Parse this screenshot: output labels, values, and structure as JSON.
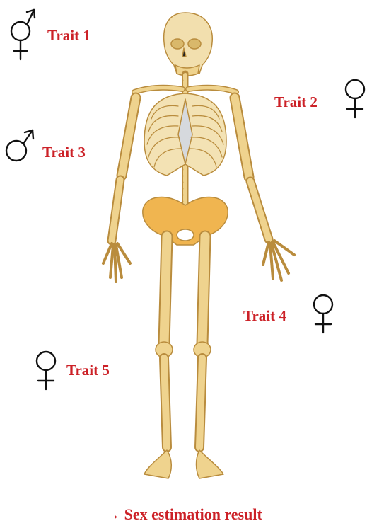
{
  "traits": [
    {
      "label": "Trait 1",
      "symbol": "intersex-icon"
    },
    {
      "label": "Trait 2",
      "symbol": "female-icon"
    },
    {
      "label": "Trait 3",
      "symbol": "male-icon"
    },
    {
      "label": "Trait 4",
      "symbol": "female-icon"
    },
    {
      "label": "Trait 5",
      "symbol": "female-icon"
    }
  ],
  "footer": {
    "arrow": "→",
    "text": "Sex estimation result"
  },
  "colors": {
    "label": "#cc2127",
    "bone": "#efd38e",
    "bone_outline": "#b98c3d",
    "cartilage": "#d6d9dd",
    "pelvis": "#f0b550"
  }
}
